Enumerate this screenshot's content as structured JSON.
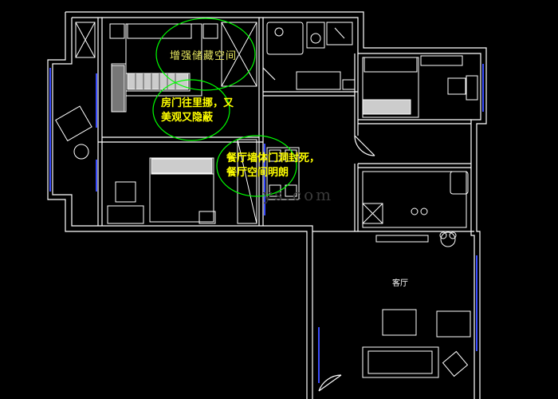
{
  "annotations": {
    "storage_note": "增强储藏空间",
    "door_note_line1": "房门往里挪，又",
    "door_note_line2": "美观又隐蔽",
    "dining_note_line1": "餐厅墙体门洞封死，",
    "dining_note_line2": "餐厅空间明朗"
  },
  "rooms": {
    "living_room": "客厅"
  },
  "watermark": {
    "text": "ys.com"
  },
  "colors": {
    "background": "#000000",
    "wall": "#ffffff",
    "furniture": "#ffffff",
    "window": "#3a4cff",
    "annotation_circle": "#00ff00",
    "annotation_text": "#ffff00"
  }
}
